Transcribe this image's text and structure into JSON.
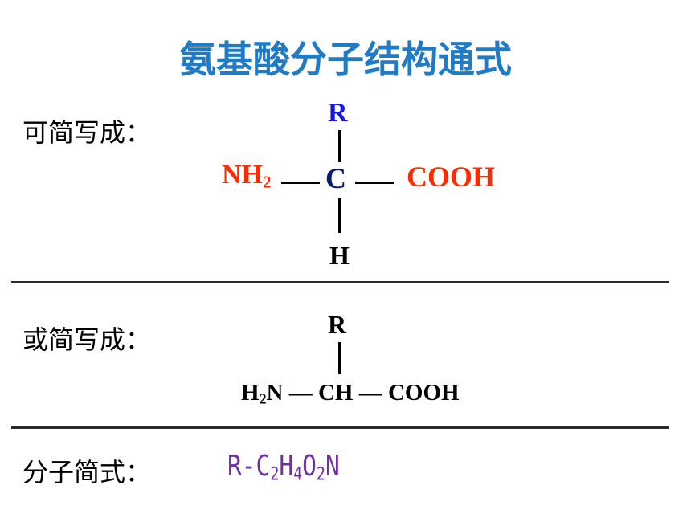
{
  "title": "氨基酸分子结构通式",
  "section1": {
    "label": "可简写成：",
    "r": "R",
    "nh": "NH",
    "nh_sub": "2",
    "c": "C",
    "cooh": "COOH",
    "h": "H",
    "colors": {
      "r": "#1616e8",
      "nh2": "#ff2a00",
      "c": "#0a1a70",
      "cooh": "#ff2a00",
      "h": "#000000"
    }
  },
  "section2": {
    "label": "或简写成：",
    "r": "R",
    "h": "H",
    "h_sub": "2",
    "n_chain": "N — CH — COOH"
  },
  "section3": {
    "label": "分子简式：",
    "formula": {
      "r": "R-C",
      "s1": "2",
      "h": "H",
      "s2": "4",
      "o": "O",
      "s3": "2",
      "n": "N"
    },
    "color": "#7030a0"
  }
}
